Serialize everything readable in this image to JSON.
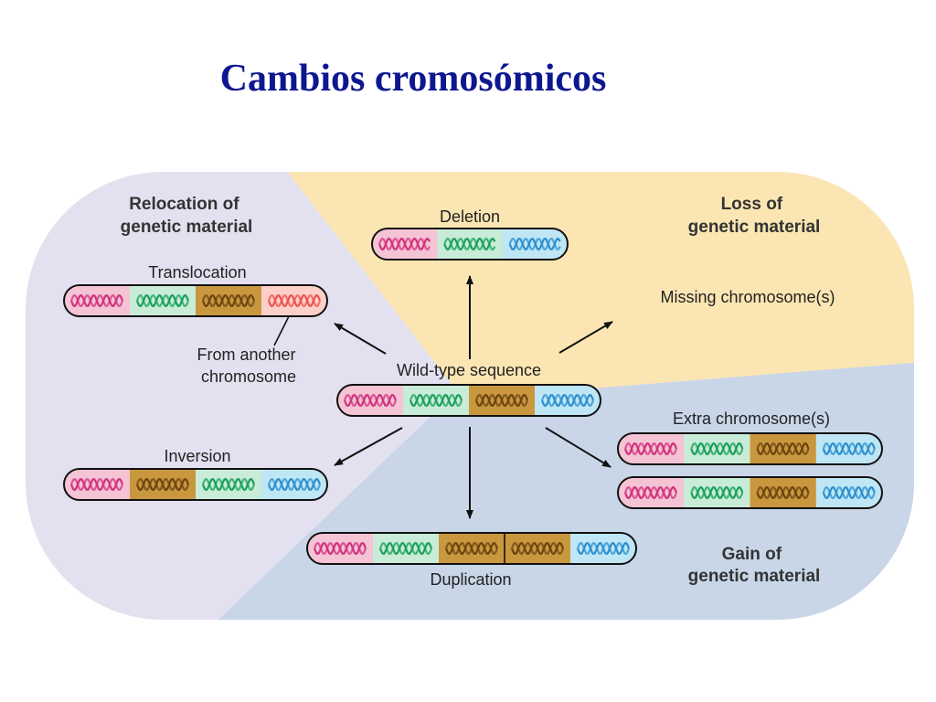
{
  "title": "Cambios cromosómicos",
  "regions": {
    "relocation": [
      "Relocation of",
      "genetic material"
    ],
    "loss": [
      "Loss of",
      "genetic material"
    ],
    "gain": [
      "Gain of",
      "genetic material"
    ]
  },
  "labels": {
    "deletion": "Deletion",
    "translocation": "Translocation",
    "from_another": [
      "From another",
      "chromosome"
    ],
    "missing": "Missing chromosome(s)",
    "wild_type": "Wild-type sequence",
    "extra": "Extra chromosome(s)",
    "inversion": "Inversion",
    "duplication": "Duplication"
  },
  "chromosomes": {
    "wild_type": [
      "pink",
      "green",
      "gold",
      "blue"
    ],
    "deletion": [
      "pink",
      "green",
      "blue"
    ],
    "translocation": [
      "pink",
      "green",
      "gold",
      "salmon"
    ],
    "inversion": [
      "pink",
      "gold",
      "green",
      "blue"
    ],
    "duplication": [
      "pink",
      "green",
      "gold",
      "gold",
      "blue"
    ],
    "extra_1": [
      "pink",
      "green",
      "gold",
      "blue"
    ],
    "extra_2": [
      "pink",
      "green",
      "gold",
      "blue"
    ]
  },
  "colors": {
    "relocation_bg": "#e3e1f0",
    "loss_bg": "#fbe6b3",
    "gain_bg": "#c8d6e8",
    "title": "#0d1790",
    "pink": {
      "bg": "#f4c4d4",
      "stroke": "#d2307e"
    },
    "green": {
      "bg": "#c8ecd8",
      "stroke": "#1aa05a"
    },
    "gold": {
      "bg": "#c9973e",
      "stroke": "#6b4410"
    },
    "blue": {
      "bg": "#bfe6f4",
      "stroke": "#2a8fcf"
    },
    "salmon": {
      "bg": "#fcd0c8",
      "stroke": "#ef5050"
    }
  }
}
